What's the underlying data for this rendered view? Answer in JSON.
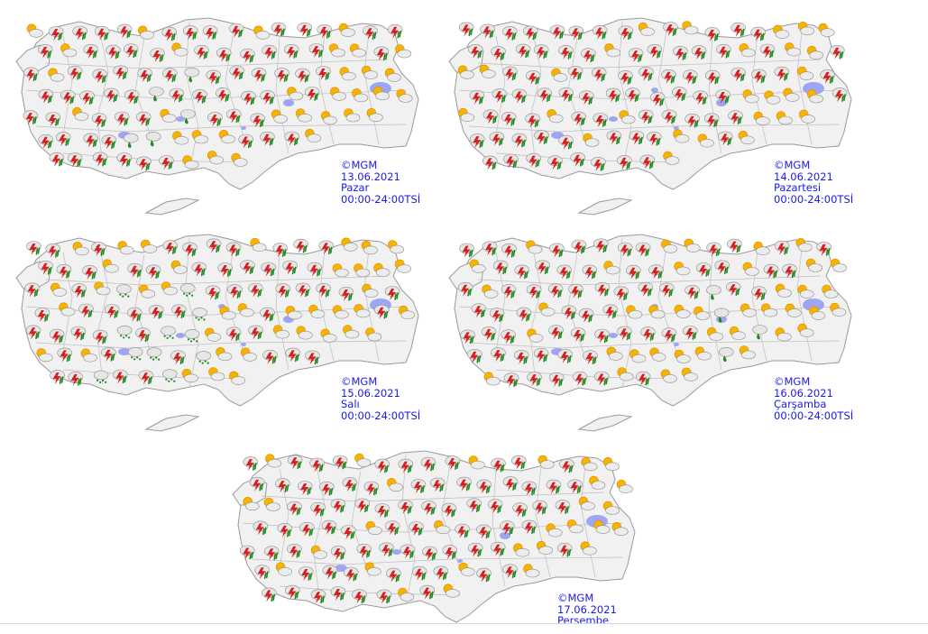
{
  "panels": [
    {
      "copyright": "©MGM",
      "date": "13.06.2021",
      "day": "Pazar",
      "time_range": "00:00-24:00TSİ"
    },
    {
      "copyright": "©MGM",
      "date": "14.06.2021",
      "day": "Pazartesi",
      "time_range": "00:00-24:00TSİ"
    },
    {
      "copyright": "©MGM",
      "date": "15.06.2021",
      "day": "Salı",
      "time_range": "00:00-24:00TSİ"
    },
    {
      "copyright": "©MGM",
      "date": "16.06.2021",
      "day": "Çarşamba",
      "time_range": "00:00-24:00TSİ"
    },
    {
      "copyright": "©MGM",
      "date": "17.06.2021",
      "day": "Perşembe",
      "time_range": ""
    }
  ],
  "icons": {
    "thunderstorm": "thunderstorm-icon",
    "partly_cloudy": "partly-cloudy-icon",
    "showers": "showers-icon",
    "rain": "rain-icon"
  },
  "colors": {
    "land": "#f1f1f1",
    "border": "#9a9a9a",
    "lake": "#9ea6f2",
    "caption": "#1a1aee",
    "lightning": "#d61f1f",
    "sun": "#f6b400",
    "rain_drop": "#1e8a1e"
  }
}
